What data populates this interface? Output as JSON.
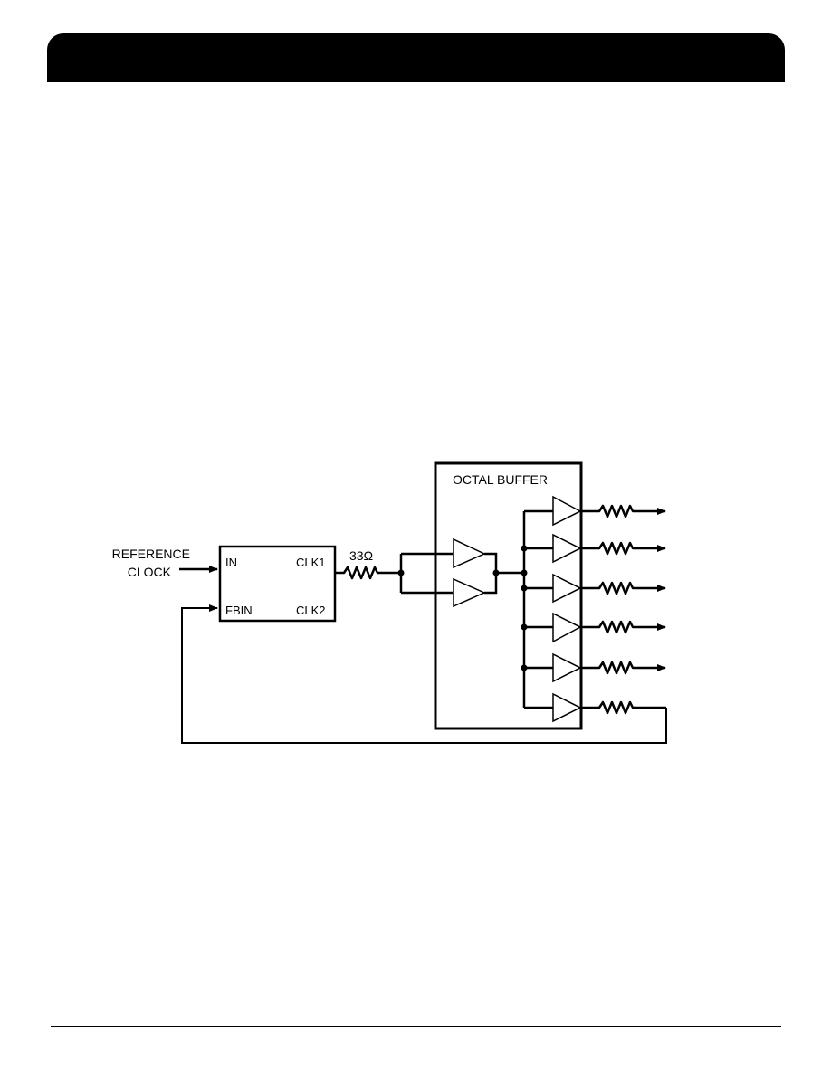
{
  "diagram": {
    "reference_clock_line1": "REFERENCE",
    "reference_clock_line2": "CLOCK",
    "pll_in": "IN",
    "pll_fbin": "FBIN",
    "pll_clk1": "CLK1",
    "pll_clk2": "CLK2",
    "series_resistor": "33Ω",
    "octal_buffer": "OCTAL BUFFER"
  }
}
